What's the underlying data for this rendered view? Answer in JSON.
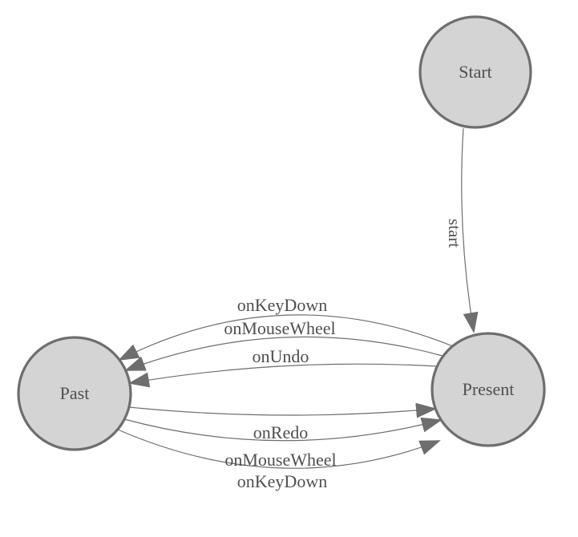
{
  "diagram": {
    "type": "state-machine",
    "colors": {
      "background": "#ffffff",
      "node_fill": "#d4d4d4",
      "node_border": "#6e6e6e",
      "edge": "#6e6e6e",
      "label_text": "#4f4f4f"
    },
    "nodes": [
      {
        "id": "start",
        "label": "Start"
      },
      {
        "id": "present",
        "label": "Present"
      },
      {
        "id": "past",
        "label": "Past"
      }
    ],
    "edges": [
      {
        "from": "start",
        "to": "present",
        "label": "start"
      },
      {
        "from": "present",
        "to": "past",
        "label": "onKeyDown"
      },
      {
        "from": "present",
        "to": "past",
        "label": "onMouseWheel"
      },
      {
        "from": "present",
        "to": "past",
        "label": "onUndo"
      },
      {
        "from": "past",
        "to": "present",
        "label": "onRedo"
      },
      {
        "from": "past",
        "to": "present",
        "label": "onMouseWheel"
      },
      {
        "from": "past",
        "to": "present",
        "label": "onKeyDown"
      }
    ]
  }
}
